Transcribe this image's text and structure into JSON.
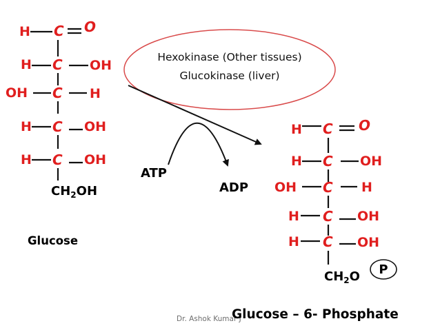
{
  "glucose": {
    "row1": {
      "h": "H",
      "c": "C",
      "o": "O"
    },
    "row2": {
      "left": "H",
      "c": "C",
      "right": "OH"
    },
    "row3": {
      "left": "OH",
      "c": "C",
      "right": "H"
    },
    "row4": {
      "left": "H",
      "c": "C",
      "right": "OH"
    },
    "row5": {
      "left": "H",
      "c": "C",
      "right": "OH"
    },
    "ch2oh": {
      "main": "CH",
      "sub": "2",
      "tail": "OH"
    },
    "caption": "Glucose"
  },
  "enzyme": {
    "line1": "Hexokinase (Other tissues)",
    "line2": "Glucokinase (liver)"
  },
  "cofactors": {
    "atp": "ATP",
    "adp": "ADP"
  },
  "g6p": {
    "row1": {
      "h": "H",
      "c": "C",
      "o": "O"
    },
    "row2": {
      "left": "H",
      "c": "C",
      "right": "OH"
    },
    "row3": {
      "left": "OH",
      "c": "C",
      "right": "H"
    },
    "row4": {
      "left": "H",
      "c": "C",
      "right": "OH"
    },
    "row5": {
      "left": "H",
      "c": "C",
      "right": "OH"
    },
    "ch2o": {
      "main": "CH",
      "sub": "2",
      "tail": "O"
    },
    "phosphate": "P",
    "caption": "Glucose – 6- Phosphate"
  },
  "footer": "Dr. Ashok Kumar J"
}
